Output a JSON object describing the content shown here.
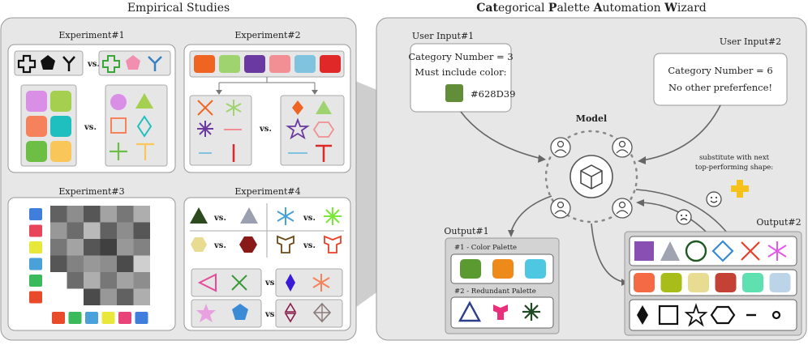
{
  "left_panel": {
    "title": "Empirical Studies",
    "experiments": [
      "Experiment#1",
      "Experiment#2",
      "Experiment#3",
      "Experiment#4"
    ],
    "vs_label": "vs."
  },
  "right_panel": {
    "title_parts": [
      {
        "text": "Cat",
        "bold": true
      },
      {
        "text": "egorical ",
        "bold": false
      },
      {
        "text": "P",
        "bold": true
      },
      {
        "text": "alette ",
        "bold": false
      },
      {
        "text": "A",
        "bold": true
      },
      {
        "text": "utomation ",
        "bold": false
      },
      {
        "text": "W",
        "bold": true
      },
      {
        "text": "izard",
        "bold": false
      }
    ],
    "user_input_1": {
      "label": "User Input#1",
      "line1": "Category Number = 3",
      "line2": "Must include color:",
      "color_hex": "#628D39",
      "color_label": "#628D39"
    },
    "user_input_2": {
      "label": "User Input#2",
      "line1": "Category Number = 6",
      "line2": "No other preferfence!"
    },
    "model_label": "Model",
    "substitute_note": [
      "substitute with next",
      "top-performing shape:"
    ],
    "output_1": {
      "label": "Output#1",
      "palette_label": "#1 - Color Palette",
      "redundant_label": "#2 - Redundant Palette"
    },
    "output_2": {
      "label": "Output#2"
    }
  },
  "colors": {
    "exp1_swatches": [
      "#d98fe6",
      "#a5cf4e",
      "#f5825a",
      "#1fbfbf",
      "#6cbe45",
      "#f9c65a"
    ],
    "exp2_swatches": [
      "#f06422",
      "#9fd36f",
      "#6a3aa0",
      "#f28f94",
      "#7fc3de",
      "#e02828"
    ],
    "exp3_rows": [
      "#3f7fdb",
      "#e8445a",
      "#e8e83a",
      "#4aa0d8",
      "#3aba5a",
      "#e84a2a"
    ],
    "exp3_cols": [
      "#e84a2a",
      "#3aba5a",
      "#4aa0d8",
      "#e8e83a",
      "#e8447a",
      "#3f7fdb"
    ],
    "output1_palette": [
      "#5a9a30",
      "#ee8a1a",
      "#4ec7e3"
    ],
    "output1_shape_colors": [
      "#2d3e8a",
      "#e8317a",
      "#1f4a22"
    ],
    "output2_palette": [
      "#f36a45",
      "#a8bd1a",
      "#e8dc92",
      "#c44235",
      "#5fe0b0",
      "#bcd4e8"
    ],
    "output2_shape_colors": [
      "#8a4fb3",
      "#a0a4b0",
      "#1f5a22",
      "#3a8ad6",
      "#e8402a",
      "#e45ae8"
    ],
    "plus_color": "#f5c11a"
  }
}
